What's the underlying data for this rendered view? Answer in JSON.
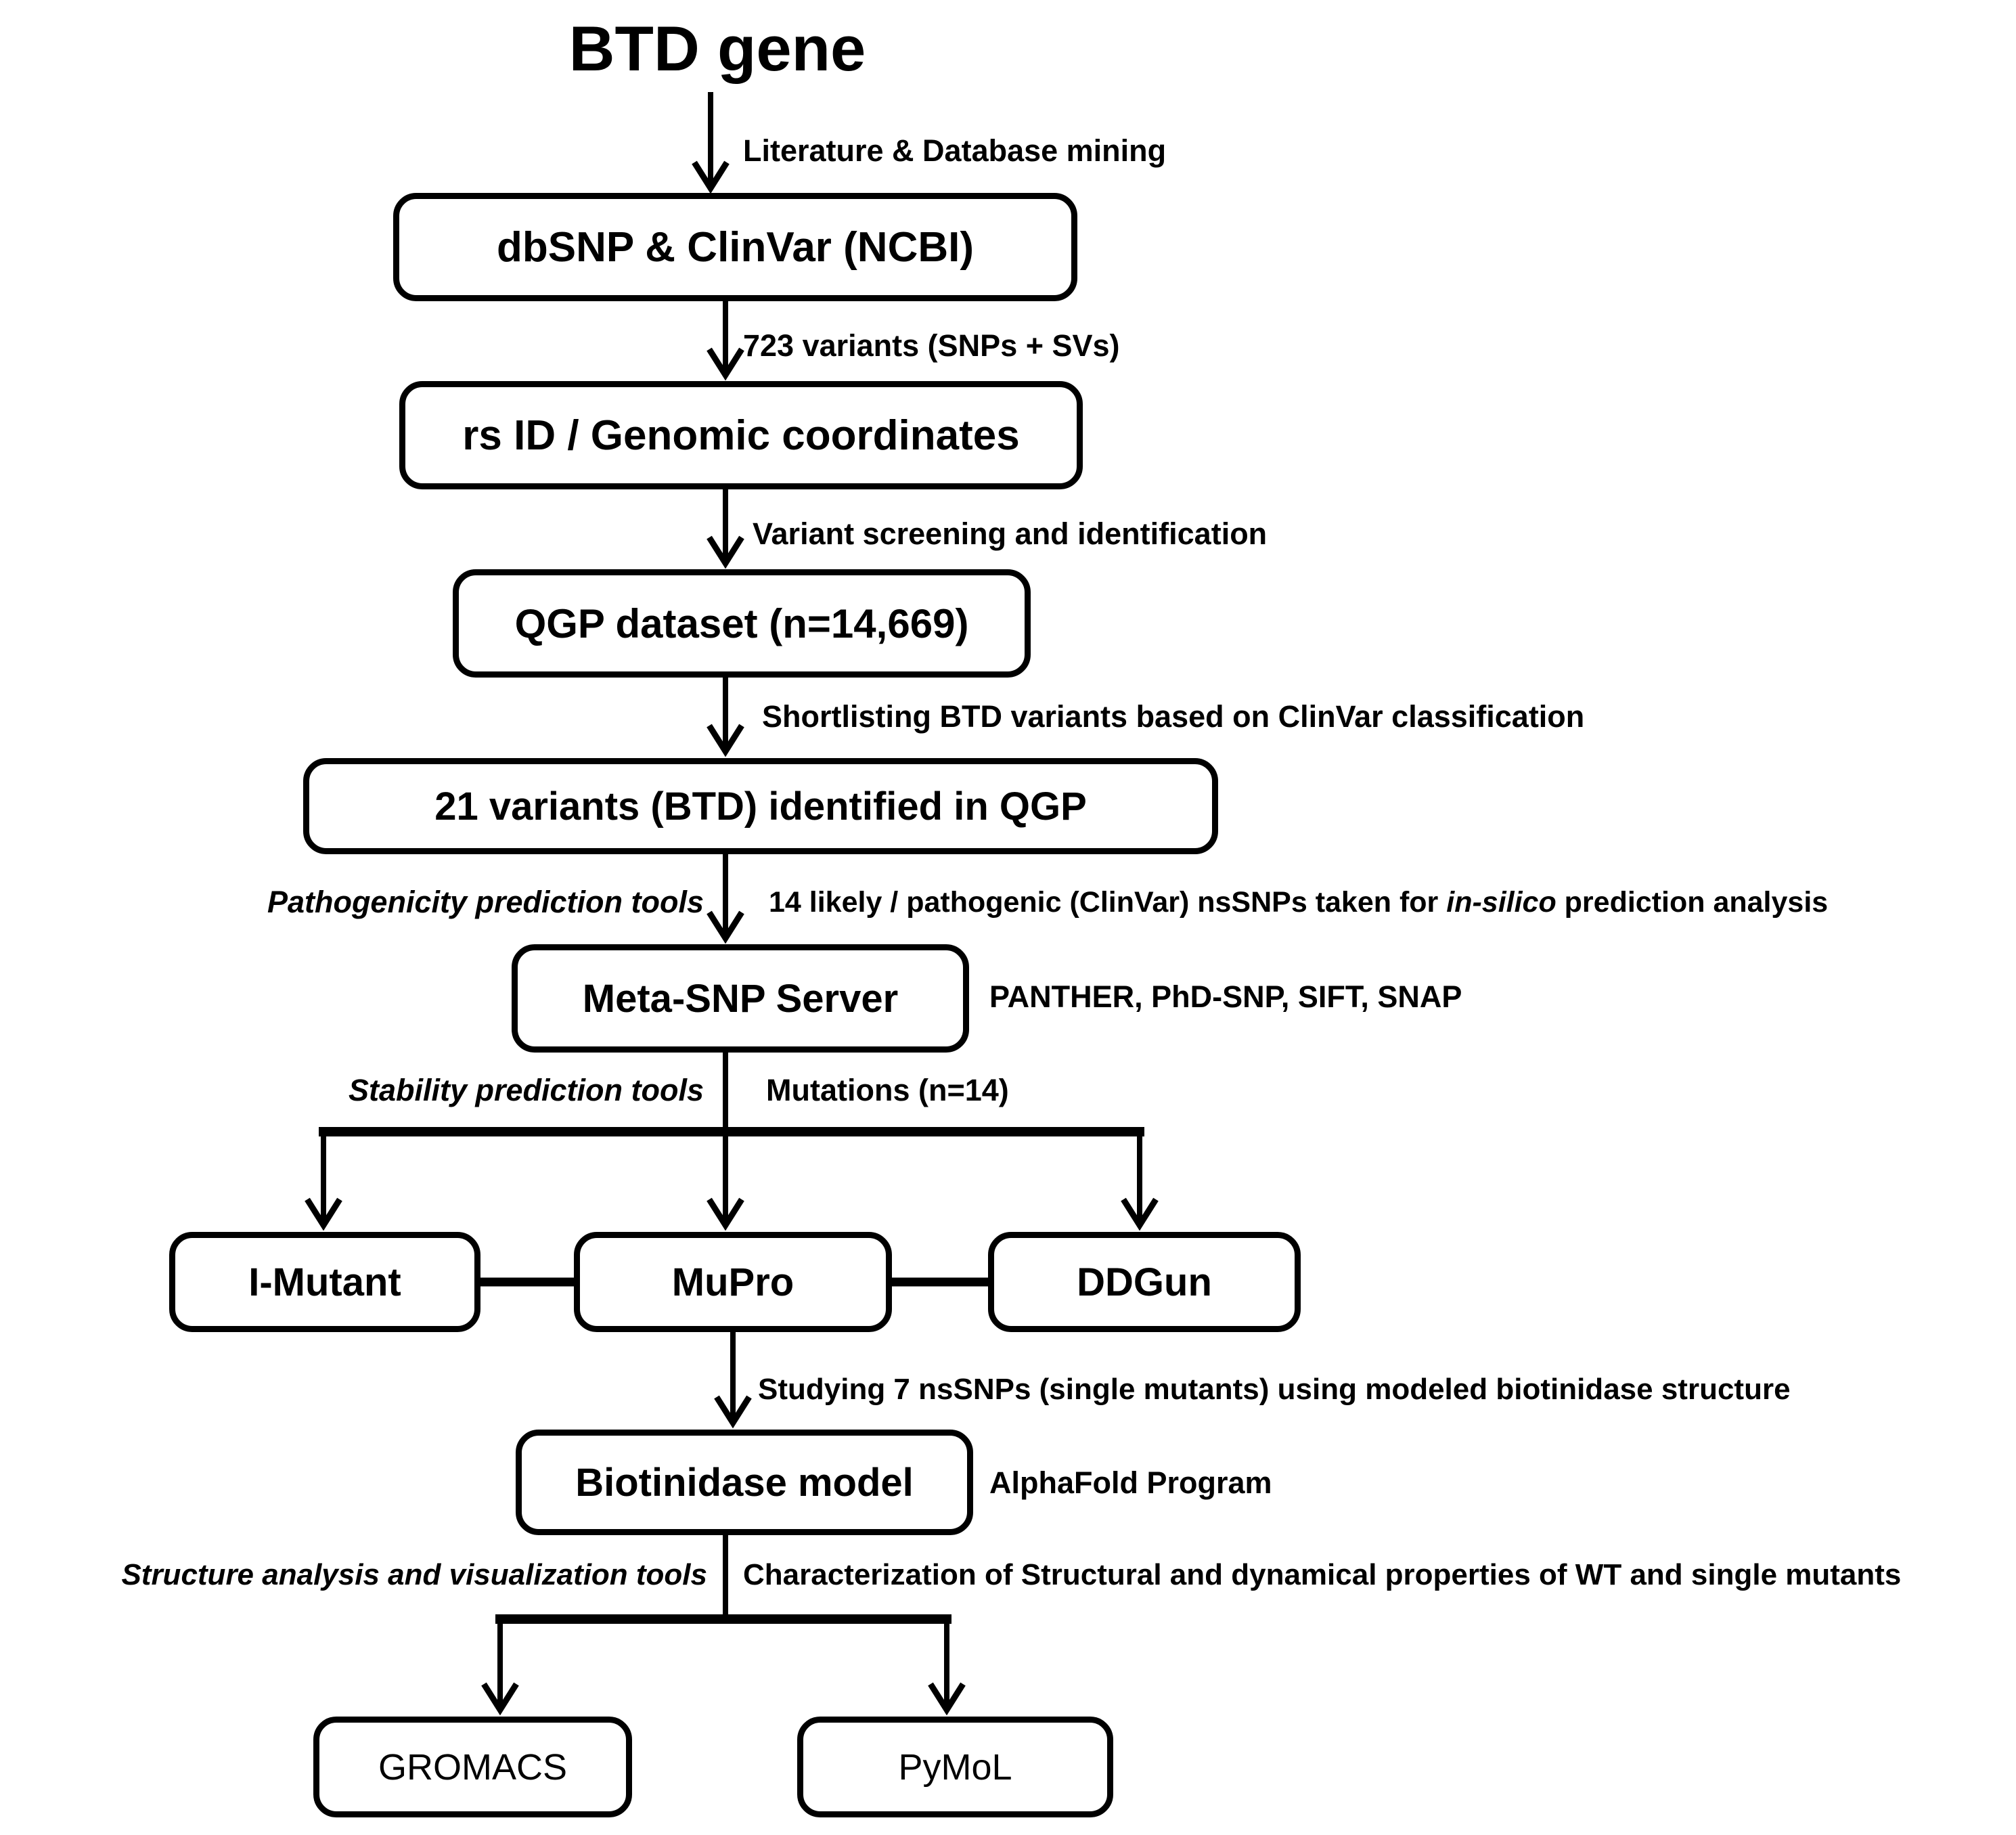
{
  "title": "BTD gene",
  "colors": {
    "ink": "#000000",
    "background": "#ffffff"
  },
  "boxes": {
    "dbsnp": {
      "label": "dbSNP & ClinVar (NCBI)"
    },
    "rsid": {
      "label": "rs ID / Genomic coordinates"
    },
    "qgp": {
      "label": "QGP dataset (n=14,669)"
    },
    "variants21": {
      "label": "21 variants (BTD) identified in QGP"
    },
    "metasnp": {
      "label": "Meta-SNP Server"
    },
    "imutant": {
      "label": "I-Mutant"
    },
    "mupro": {
      "label": "MuPro"
    },
    "ddgun": {
      "label": "DDGun"
    },
    "biotinidase": {
      "label": "Biotinidase model"
    },
    "gromacs": {
      "label": "GROMACS"
    },
    "pymol": {
      "label": "PyMoL"
    }
  },
  "edge_labels": {
    "literature": "Literature & Database mining",
    "variants723": "723 variants (SNPs + SVs)",
    "screening": "Variant screening and identification",
    "shortlisting": "Shortlisting BTD variants based on ClinVar classification",
    "pathogenicity_tools": "Pathogenicity prediction tools",
    "nssnps14_pre": "14 likely / pathogenic (ClinVar) nsSNPs taken for ",
    "nssnps14_italic": "in-silico",
    "nssnps14_post": " prediction analysis",
    "panther": "PANTHER, PhD-SNP, SIFT, SNAP",
    "stability_tools": "Stability prediction tools",
    "mutations14": "Mutations (n=14)",
    "studying": "Studying 7 nsSNPs (single mutants) using modeled biotinidase structure",
    "alphafold": "AlphaFold Program",
    "structure_tools": "Structure analysis and visualization tools",
    "characterization": "Characterization of Structural and dynamical properties of WT and single mutants"
  }
}
